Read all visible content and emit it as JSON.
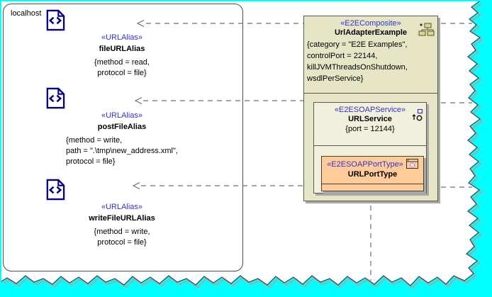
{
  "colors": {
    "canvas": "#00FFFF",
    "stereotype_blue": "#3333CC",
    "alias_icon_navy": "#00008B",
    "composite_bg": "#E6E6C6",
    "service_bg": "#F0F0DC",
    "porttype_bg": "#FFCC99",
    "box_border": "#5A5A46",
    "connector": "#6E6E6E"
  },
  "node": {
    "label": "localhost"
  },
  "aliases": [
    {
      "stereotype": "«URLAlias»",
      "name": "fileURLAlias",
      "tags": [
        "{method = read,",
        "protocol = file}"
      ]
    },
    {
      "stereotype": "«URLAlias»",
      "name": "postFileAlias",
      "tags": [
        "{method = write,",
        "path = \".\\tmp\\new_address.xml\",",
        "protocol = file}"
      ]
    },
    {
      "stereotype": "«URLAlias»",
      "name": "writeFileURLAlias",
      "tags": [
        "{method = write,",
        "protocol = file}"
      ]
    }
  ],
  "composite": {
    "stereotype": "«E2EComposite»",
    "name": "UrlAdapterExample",
    "tags": [
      "{category = \"E2E Examples\",",
      "controlPort = 22144,",
      "killJVMThreadsOnShutdown,",
      "wsdlPerService}"
    ],
    "service": {
      "stereotype": "«E2ESOAPService»",
      "name": "URLService",
      "tag": "{port = 12144}",
      "porttype": {
        "stereotype": "«E2ESOAPPortType»",
        "name": "URLPortType"
      }
    }
  }
}
